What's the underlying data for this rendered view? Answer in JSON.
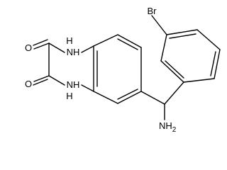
{
  "molecule": {
    "atoms": {
      "bromine": "Br",
      "carbonyl_oxygen_top": "O",
      "carbonyl_oxygen_bottom": "O",
      "ring_nh_top": "NH",
      "ring_nh_top_h": "H",
      "ring_nh_bottom": "NH",
      "ring_nh_bottom_h": "H",
      "amine": "NH",
      "amine_subscript": "2"
    }
  }
}
